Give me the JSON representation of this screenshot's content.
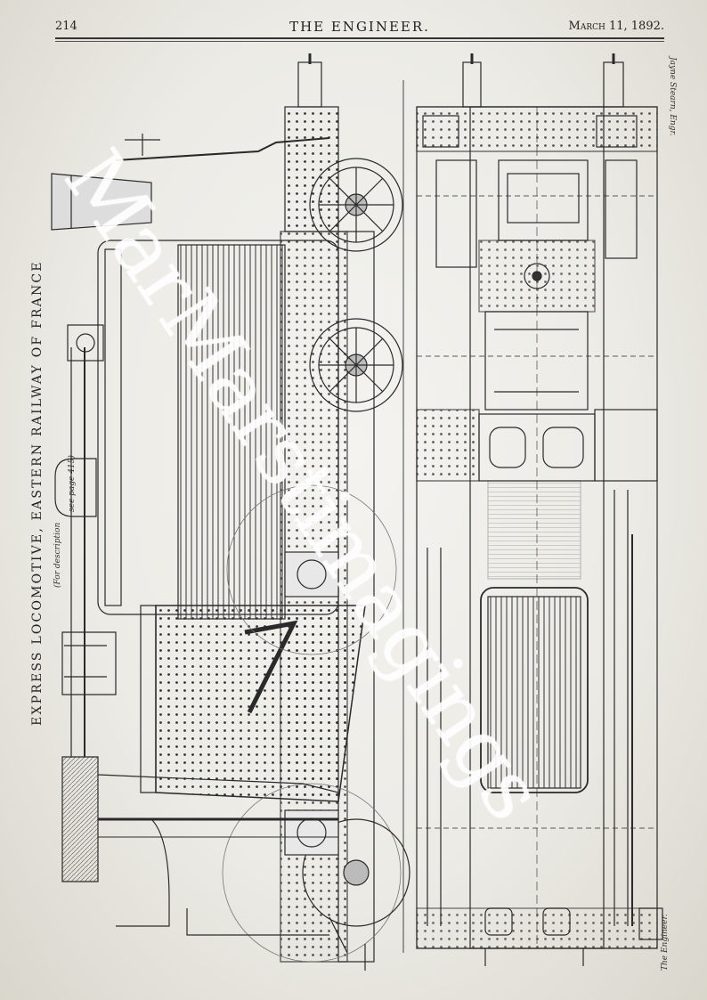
{
  "header": {
    "page_number": "214",
    "journal_title": "THE ENGINEER.",
    "date": "March 11, 1892."
  },
  "side_title": "EXPRESS LOCOMOTIVE, EASTERN RAILWAY OF FRANCE",
  "side_note": "(For description",
  "side_note_2": "see page 415)",
  "engraver_credit_top": "Jayne Stearn, Engr.",
  "engraver_credit_bottom": "The Engineer.",
  "watermark": "MarMarstimagings"
}
